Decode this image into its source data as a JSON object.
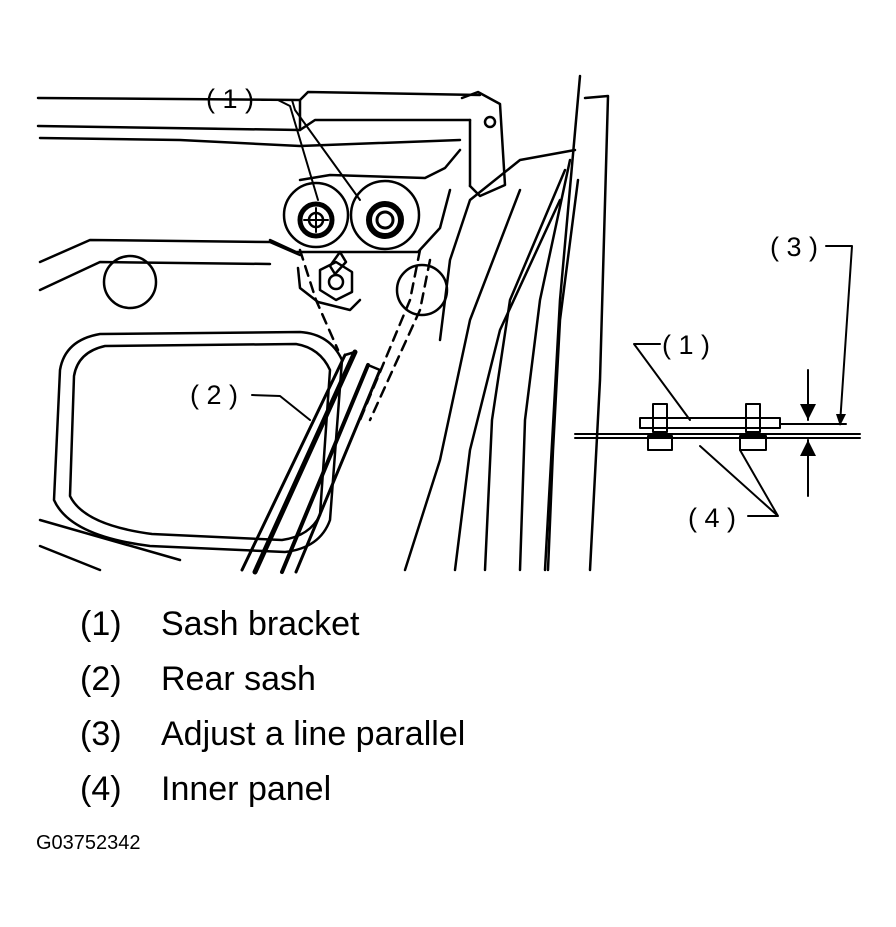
{
  "callouts": {
    "main_1": "( 1 )",
    "main_2": "( 2 )",
    "detail_1": "( 1 )",
    "detail_3": "( 3 )",
    "detail_4": "( 4 )"
  },
  "legend": [
    {
      "num": "(1)",
      "text": "Sash bracket"
    },
    {
      "num": "(2)",
      "text": "Rear sash"
    },
    {
      "num": "(3)",
      "text": "Adjust a line parallel"
    },
    {
      "num": "(4)",
      "text": "Inner panel"
    }
  ],
  "figure_id": "G03752342",
  "colors": {
    "ink": "#000000",
    "paper": "#ffffff"
  }
}
